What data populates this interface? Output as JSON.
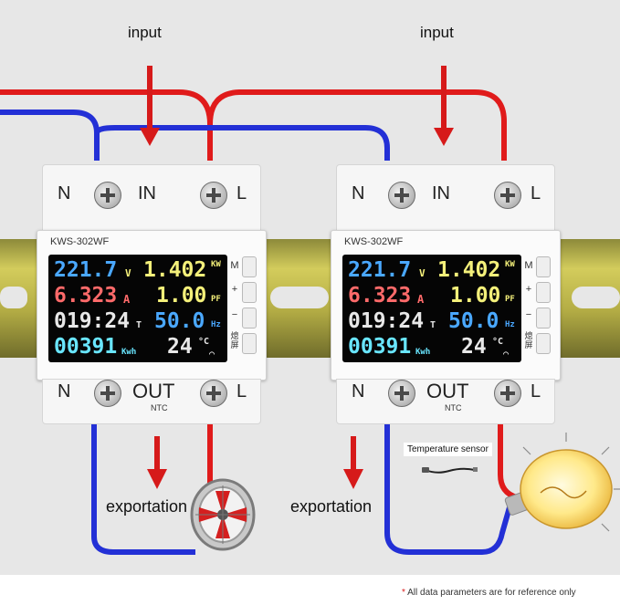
{
  "labels": {
    "input": "input",
    "exportation": "exportation",
    "temperature_sensor": "Temperature sensor",
    "note_star": "*",
    "note": " All data parameters are for reference only"
  },
  "meter": {
    "model": "KWS-302WF",
    "terminal_n": "N",
    "terminal_l": "L",
    "terminal_in": "IN",
    "terminal_out": "OUT",
    "ntc": "NTC",
    "buttons": [
      "M",
      "+",
      "−",
      "熄屏"
    ],
    "display": {
      "voltage": "221.7",
      "voltage_unit": "V",
      "power": "1.402",
      "power_unit": "KW",
      "current": "6.323",
      "current_unit": "A",
      "pf": "1.00",
      "pf_unit": "PF",
      "time": "019:24",
      "time_unit": "T",
      "freq": "50.0",
      "freq_unit": "Hz",
      "energy": "00391",
      "energy_unit": "Kwh",
      "temp": "24",
      "temp_unit": "°C"
    }
  },
  "colors": {
    "live_wire": "#e01b1b",
    "neutral_wire": "#2330d6",
    "arrow": "#d61a1a",
    "rail": "#bfb84a",
    "lcd_blue": "#4aa8ff",
    "lcd_yellow": "#f4f07a",
    "lcd_red": "#ff6a6a",
    "lcd_cyan": "#69e6ff"
  }
}
